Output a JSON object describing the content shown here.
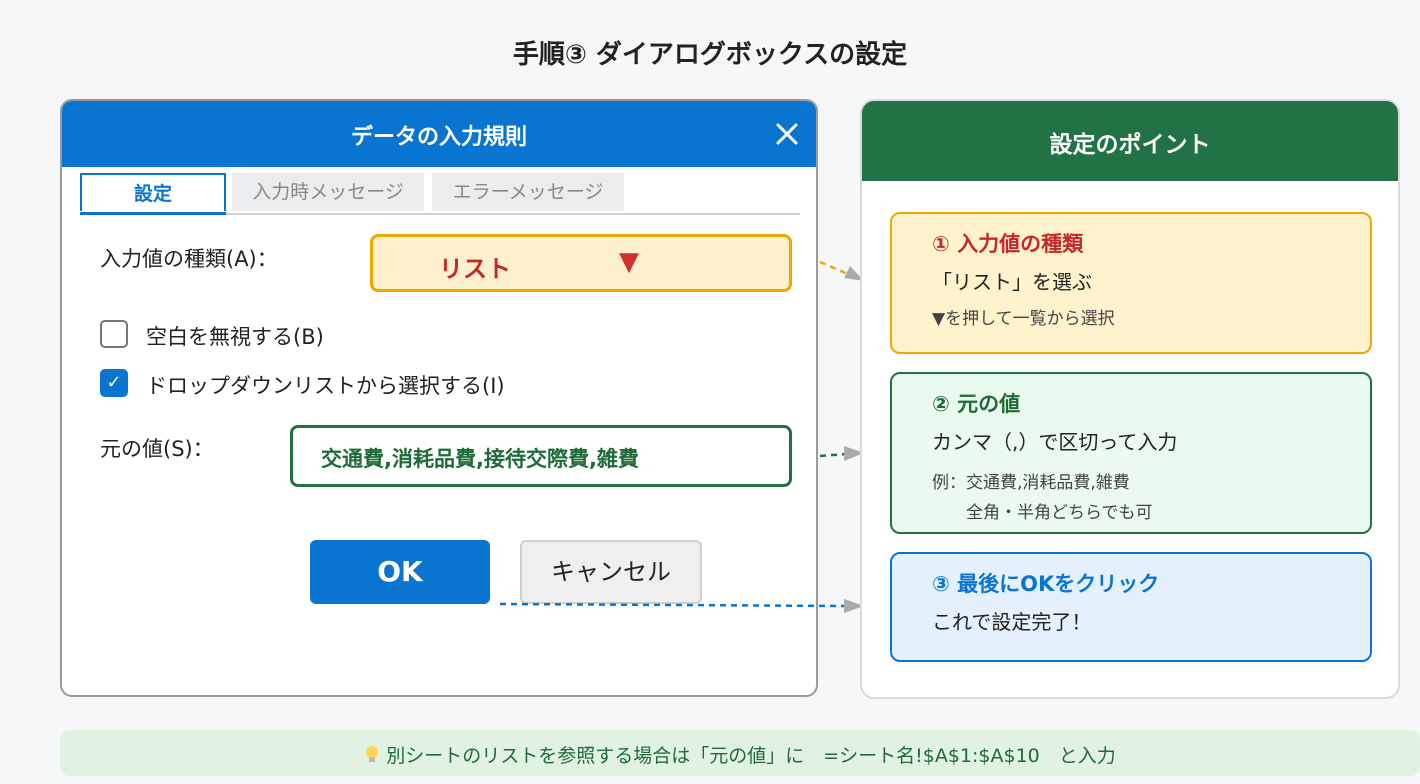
{
  "page": {
    "title": "手順③ ダイアログボックスの設定"
  },
  "dialog": {
    "title": "データの入力規則",
    "tabs": [
      "設定",
      "入力時メッセージ",
      "エラーメッセージ"
    ],
    "allow_label": "入力値の種類(A)：",
    "allow_value": "リスト",
    "allow_arrow": "▼",
    "ignore_blank_label": "空白を無視する(B)",
    "ignore_blank_checked": false,
    "dropdown_label": "ドロップダウンリストから選択する(I)",
    "dropdown_checked": true,
    "checkmark": "✓",
    "source_label": "元の値(S)：",
    "source_value": "交通費,消耗品費,接待交際費,雑費",
    "ok_label": "OK",
    "cancel_label": "キャンセル",
    "close_icon": "close-icon"
  },
  "points": {
    "title": "設定のポイント",
    "cards": [
      {
        "title": "① 入力値の種類",
        "main": "「リスト」を選ぶ",
        "sub": [
          "▼を押して一覧から選択"
        ],
        "color": "#c62828"
      },
      {
        "title": "② 元の値",
        "main": "カンマ（,）で区切って入力",
        "sub": [
          "例：交通費,消耗品費,雑費",
          "　　全角・半角どちらでも可"
        ],
        "color": "#1e6b38"
      },
      {
        "title": "③ 最後にOKをクリック",
        "main": "これで設定完了！",
        "sub": [],
        "color": "#0a74d1"
      }
    ]
  },
  "tip": {
    "icon": "lightbulb-icon",
    "text": "別シートのリストを参照する場合は「元の値」に　=シート名!$A$1:$A$10　と入力"
  },
  "colors": {
    "accent_blue": "#0a74d1",
    "accent_green": "#217346",
    "accent_orange": "#f0a800"
  }
}
